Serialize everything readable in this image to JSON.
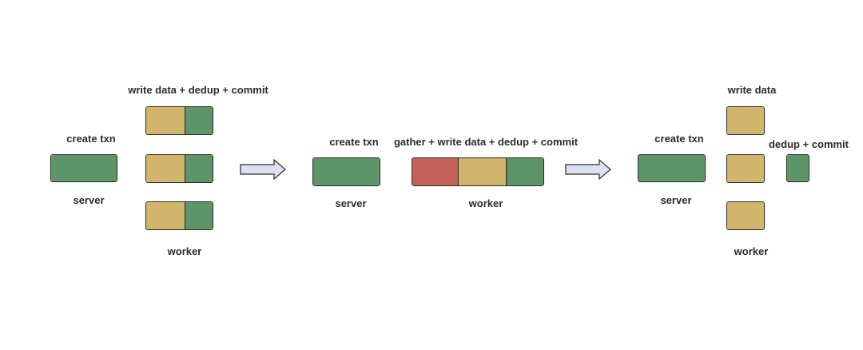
{
  "colors": {
    "server": "#5e9568",
    "write": "#d0b56b",
    "commit": "#5e9568",
    "gather": "#c5615b",
    "arrow_fill": "#dde1f2",
    "outline": "#2a2a2a"
  },
  "panels": [
    {
      "server_label": "create txn",
      "server_caption": "server",
      "worker_label": "write data + dedup + commit",
      "worker_caption": "worker"
    },
    {
      "server_label": "create txn",
      "server_caption": "server",
      "worker_label": "gather + write data + dedup + commit",
      "worker_caption": "worker"
    },
    {
      "server_label": "create txn",
      "server_caption": "server",
      "worker_label": "write data",
      "commit_label": "dedup + commit",
      "worker_caption": "worker"
    }
  ]
}
